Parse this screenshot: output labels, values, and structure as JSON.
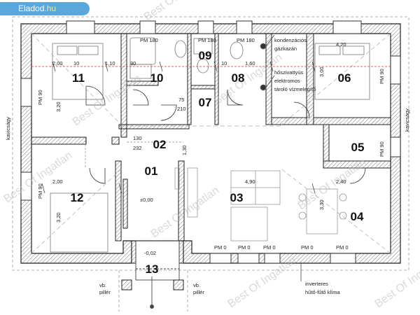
{
  "badge": {
    "brand": "Eladod",
    "tld": ".hu"
  },
  "watermark": "Best Of Ingatlan",
  "rooms": [
    {
      "id": "room-11",
      "num": "11"
    },
    {
      "id": "room-10",
      "num": "10"
    },
    {
      "id": "room-09",
      "num": "09"
    },
    {
      "id": "room-08",
      "num": "08"
    },
    {
      "id": "room-06",
      "num": "06"
    },
    {
      "id": "room-07",
      "num": "07"
    },
    {
      "id": "room-02",
      "num": "02"
    },
    {
      "id": "room-05",
      "num": "05"
    },
    {
      "id": "room-01",
      "num": "01"
    },
    {
      "id": "room-12",
      "num": "12"
    },
    {
      "id": "room-03",
      "num": "03"
    },
    {
      "id": "room-04",
      "num": "04"
    },
    {
      "id": "room-13",
      "num": "13"
    }
  ],
  "labels": [
    {
      "id": "pm180-a",
      "text": "PM 180"
    },
    {
      "id": "pm180-b",
      "text": "PM 180"
    },
    {
      "id": "pm180-c",
      "text": "PM 180"
    },
    {
      "id": "kond1",
      "text": "kondenzációs"
    },
    {
      "id": "kond2",
      "text": "gázkazán"
    },
    {
      "id": "hoszi1",
      "text": "hőszivattyús"
    },
    {
      "id": "hoszi2",
      "text": "elektromos"
    },
    {
      "id": "hoszi3",
      "text": "tároló vízmelegítő"
    },
    {
      "id": "d200-11",
      "text": "2,00"
    },
    {
      "id": "d10-11",
      "text": "10"
    },
    {
      "id": "d110-11",
      "text": "1,10"
    },
    {
      "id": "d30-10",
      "text": "30"
    },
    {
      "id": "d10-10",
      "text": "10"
    },
    {
      "id": "d160",
      "text": "1,60"
    },
    {
      "id": "d420",
      "text": "4,20"
    },
    {
      "id": "d320-top",
      "text": "3,20"
    },
    {
      "id": "d300",
      "text": "3,00"
    },
    {
      "id": "d200-12",
      "text": "2,00"
    },
    {
      "id": "d320-bot",
      "text": "3,20"
    },
    {
      "id": "d490",
      "text": "4,90"
    },
    {
      "id": "d240",
      "text": "2,40"
    },
    {
      "id": "d330",
      "text": "3,30"
    },
    {
      "id": "d130",
      "text": "130"
    },
    {
      "id": "d232",
      "text": "232"
    },
    {
      "id": "d130v",
      "text": "1,30"
    },
    {
      "id": "pm-90a",
      "text": "PM 90"
    },
    {
      "id": "pm-90b",
      "text": "PM 90"
    },
    {
      "id": "pm-90c",
      "text": "PM 90"
    },
    {
      "id": "pm-90d",
      "text": "PM 90"
    },
    {
      "id": "lvl0",
      "text": "±0,00"
    },
    {
      "id": "lvl2",
      "text": "-0,02"
    },
    {
      "id": "d75-210",
      "text": "75"
    },
    {
      "id": "d210a",
      "text": "210"
    },
    {
      "id": "pmb1",
      "text": "PM 0"
    },
    {
      "id": "pmb2",
      "text": "PM 0"
    },
    {
      "id": "pmb3",
      "text": "PM 0"
    },
    {
      "id": "pmb4",
      "text": "PM 0"
    },
    {
      "id": "pmb5",
      "text": "PM 0"
    },
    {
      "id": "vb1",
      "text": "vb."
    },
    {
      "id": "pil1",
      "text": "pillér"
    },
    {
      "id": "vb2",
      "text": "vb."
    },
    {
      "id": "pil2",
      "text": "pillér"
    },
    {
      "id": "inv1",
      "text": "inverteres"
    },
    {
      "id": "inv2",
      "text": "hűtő-fűtő klíma"
    },
    {
      "id": "kav1",
      "text": "kavicságy"
    },
    {
      "id": "kav2",
      "text": "kavicságy"
    }
  ]
}
